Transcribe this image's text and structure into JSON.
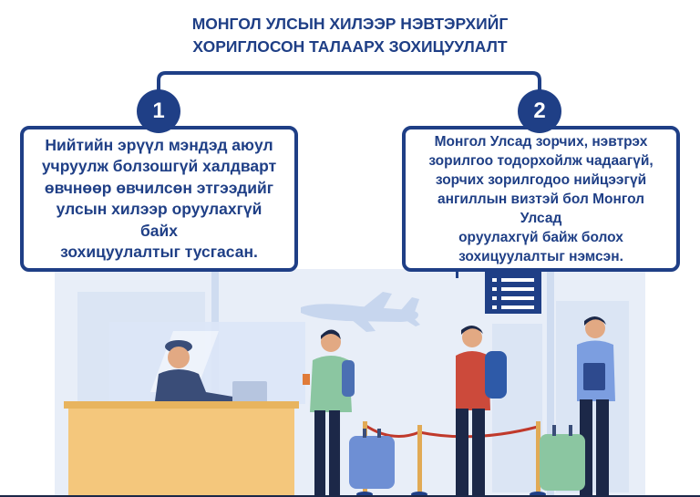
{
  "title": {
    "line1": "МОНГОЛ УЛСЫН ХИЛЭЭР НЭВТЭРХИЙГ",
    "line2": "ХОРИГЛОСОН ТАЛААРХ ЗОХИЦУУЛАЛТ"
  },
  "points": [
    {
      "number": "1",
      "lines": [
        "Нийтийн эрүүл мэндэд аюул",
        "учруулж болзошгүй халдварт",
        "өвчнөөр өвчилсөн этгээдийг",
        "улсын хилээр оруулахгүй байх",
        "зохицуулалтыг тусгасан."
      ]
    },
    {
      "number": "2",
      "lines": [
        "Монгол Улсад зорчих, нэвтрэх",
        "зорилгоо тодорхойлж чадаагүй,",
        "зорчих зорилгодоо нийцээгүй",
        "ангиллын визтэй бол Монгол Улсад",
        "оруулахгүй байж болох",
        "зохицуулалтыг нэмсэн."
      ]
    }
  ],
  "colors": {
    "navy": "#1f3f86",
    "light_blue_bg": "#e8eef8",
    "desk": "#f4c77c"
  },
  "icons": [
    "airplane-icon",
    "departure-board-icon",
    "officer-figure",
    "traveler-figure"
  ]
}
